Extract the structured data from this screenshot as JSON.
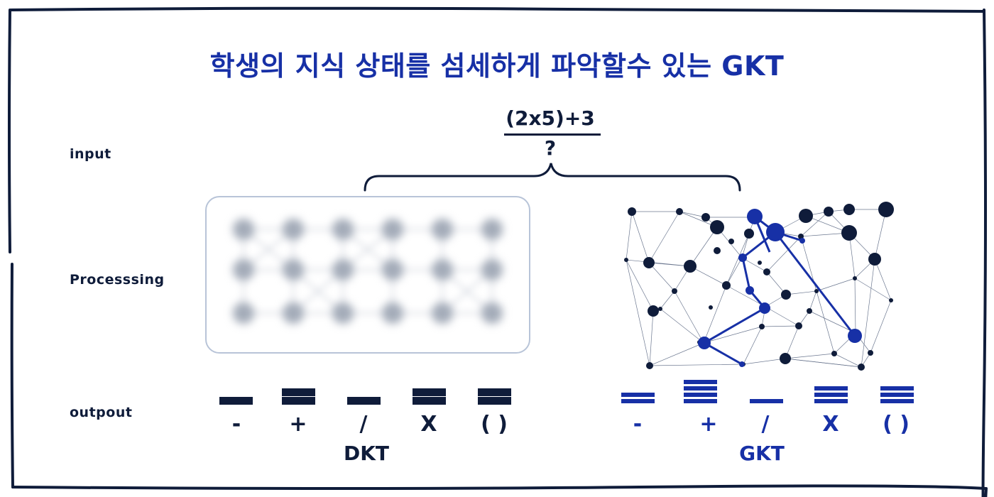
{
  "title": "학생의 지식 상태를 섬세하게 파악할수 있는 GKT",
  "labels": {
    "input": "input",
    "processing": "Processsing",
    "output": "outpout"
  },
  "question": {
    "formula": "(2x5)+3",
    "mark": "?"
  },
  "models": {
    "left": "DKT",
    "right": "GKT"
  },
  "operators": [
    "-",
    "+",
    "/",
    "X",
    "( )"
  ],
  "dkt_output_levels": [
    1,
    2,
    1,
    2,
    2
  ],
  "gkt_output_levels": [
    2,
    4,
    1,
    3,
    3
  ],
  "colors": {
    "dark": "#0f1c3a",
    "accent": "#1730a6",
    "border": "#b8c4d8"
  }
}
